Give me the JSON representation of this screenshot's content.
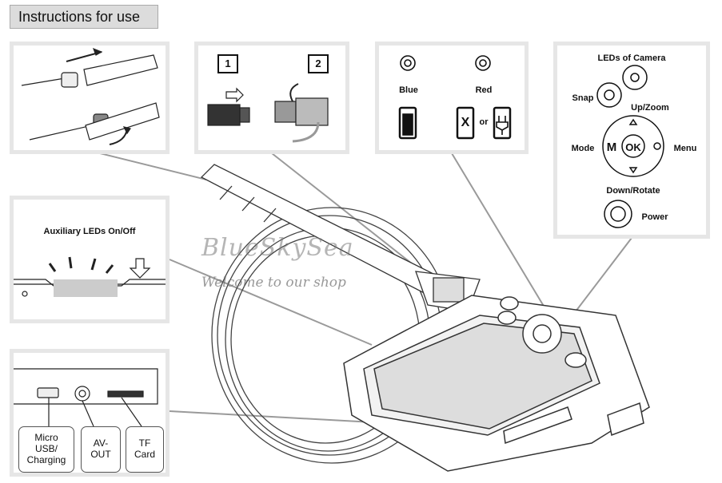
{
  "title": "Instructions for use",
  "steps": {
    "one": "1",
    "two": "2"
  },
  "indicator_panel": {
    "blue": "Blue",
    "red": "Red",
    "or": "or",
    "x_mark": "X"
  },
  "auxiliary_panel": {
    "label": "Auxiliary LEDs On/Off"
  },
  "camera_panel": {
    "leds": "LEDs of Camera",
    "snap": "Snap",
    "upzoom": "Up/Zoom",
    "mode": "Mode",
    "menu": "Menu",
    "m_key": "M",
    "ok_key": "OK",
    "downrotate": "Down/Rotate",
    "power": "Power"
  },
  "ports_panel": {
    "micro_usb": [
      "Micro",
      "USB/",
      "Charging"
    ],
    "av_out": [
      "AV-",
      "OUT"
    ],
    "tf_card": [
      "TF",
      "Card"
    ]
  },
  "watermark": {
    "brand": "BlueSkySea",
    "tagline": "Welcome to our shop"
  },
  "colors": {
    "panel_frame": "#e6e6e6",
    "title_bg": "#dcdcdc",
    "line": "#9a9a9a"
  }
}
